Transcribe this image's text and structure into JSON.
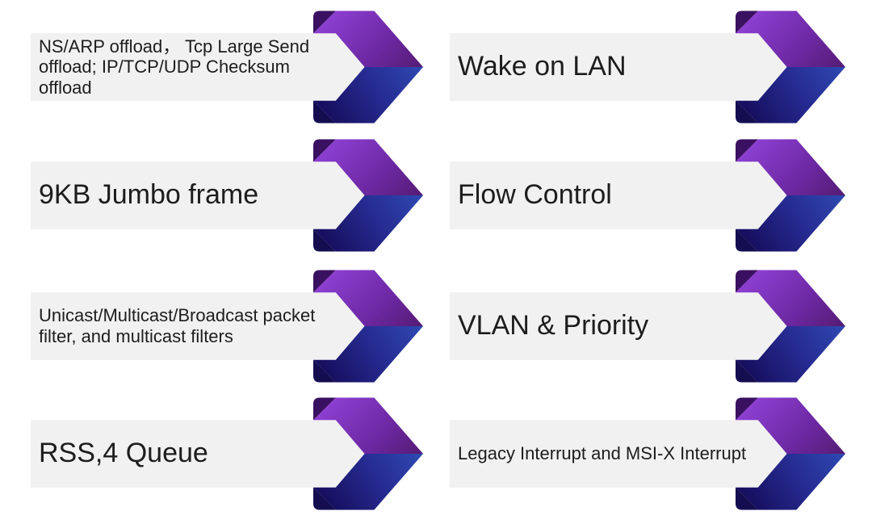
{
  "slide": {
    "background": "#ffffff",
    "description": "Network adapter feature list slide with eight label bars and ribbon chevron arrows"
  },
  "colors": {
    "bar": "#f1f1f2",
    "text": "#1d1d1d",
    "purple_bright": "#8b3ecf",
    "purple_mid": "#6c28a2",
    "purple_deep": "#541b70",
    "navy_deep": "#171061",
    "blue_mid": "#262b91",
    "blue_bright": "#2e49b2",
    "fold_purple": "#3a1160",
    "fold_navy": "#140e50"
  },
  "items": [
    {
      "label": "NS/ARP offload， Tcp Large Send offload; IP/TCP/UDP Checksum offload",
      "size": "small",
      "column": "left",
      "row": 1
    },
    {
      "label": "Wake on LAN",
      "size": "large",
      "column": "right",
      "row": 1
    },
    {
      "label": "9KB Jumbo frame",
      "size": "large",
      "column": "left",
      "row": 2
    },
    {
      "label": "Flow Control",
      "size": "large",
      "column": "right",
      "row": 2
    },
    {
      "label": "Unicast/Multicast/Broadcast packet filter, and multicast filters",
      "size": "small",
      "column": "left",
      "row": 3
    },
    {
      "label": "VLAN & Priority",
      "size": "large",
      "column": "right",
      "row": 3
    },
    {
      "label": "RSS,4 Queue",
      "size": "large",
      "column": "left",
      "row": 4
    },
    {
      "label": "Legacy Interrupt and MSI-X Interrupt",
      "size": "small",
      "column": "right",
      "row": 4
    }
  ]
}
